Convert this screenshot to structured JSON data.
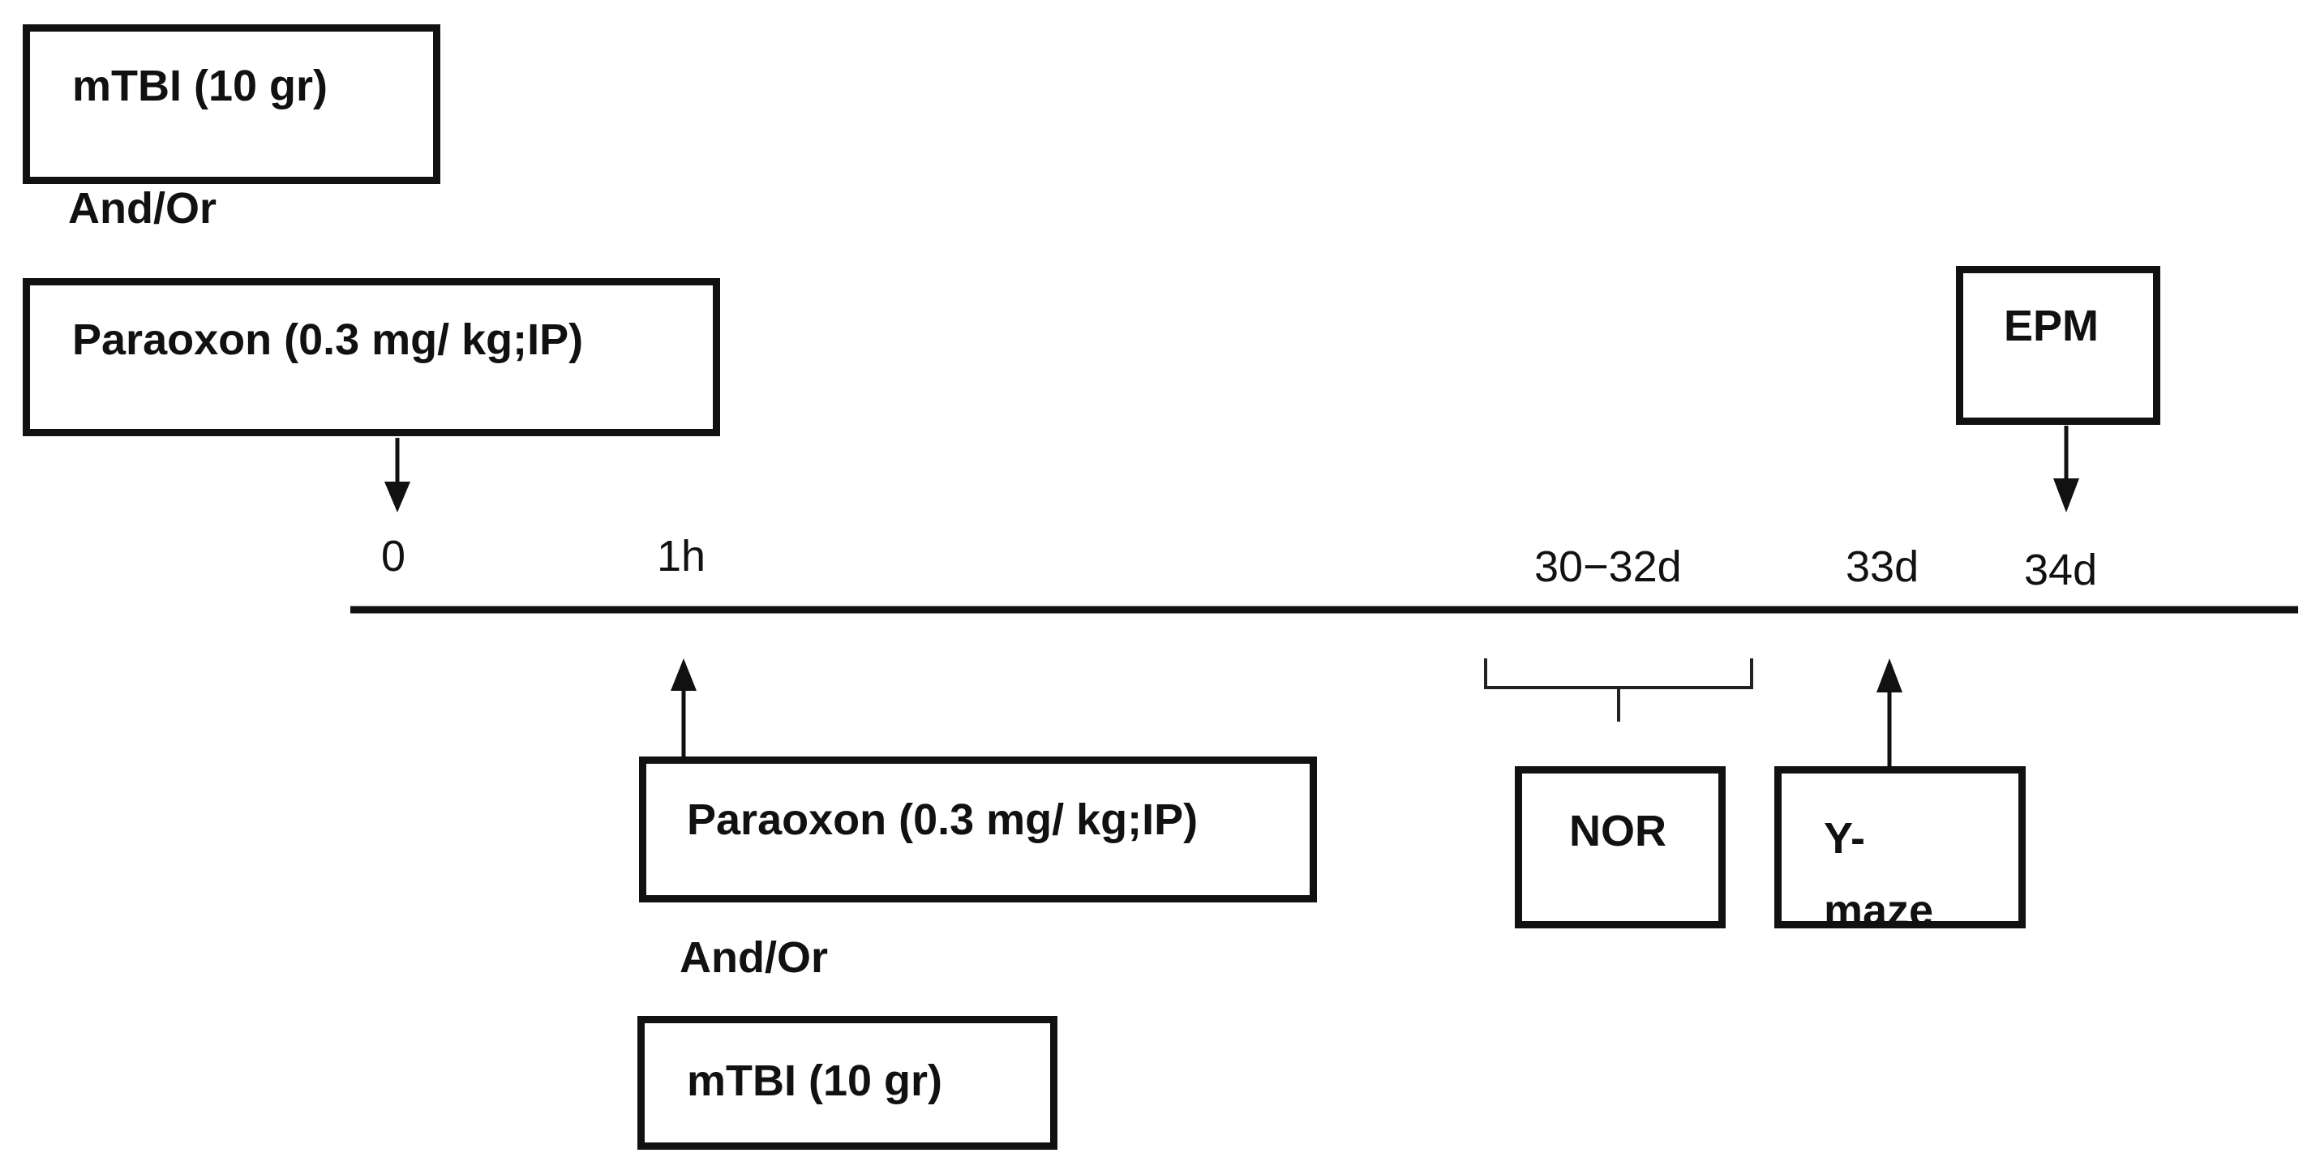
{
  "pre_events": {
    "mtbi_label": "mTBI (10 gr)",
    "and_or_label": "And/Or",
    "paraoxon_label": "Paraoxon (0.3 mg/ kg;IP)"
  },
  "post_events": {
    "paraoxon_label": "Paraoxon (0.3 mg/ kg;IP)",
    "and_or_label": "And/Or",
    "mtbi_label": "mTBI (10 gr)"
  },
  "timeline": {
    "ticks": [
      "0",
      "1h",
      "30−32d",
      "33d",
      "34d"
    ]
  },
  "tests": {
    "nor_label": "NOR",
    "ymaze_line1": "Y-",
    "ymaze_line2": "maze",
    "epm_label": "EPM"
  }
}
